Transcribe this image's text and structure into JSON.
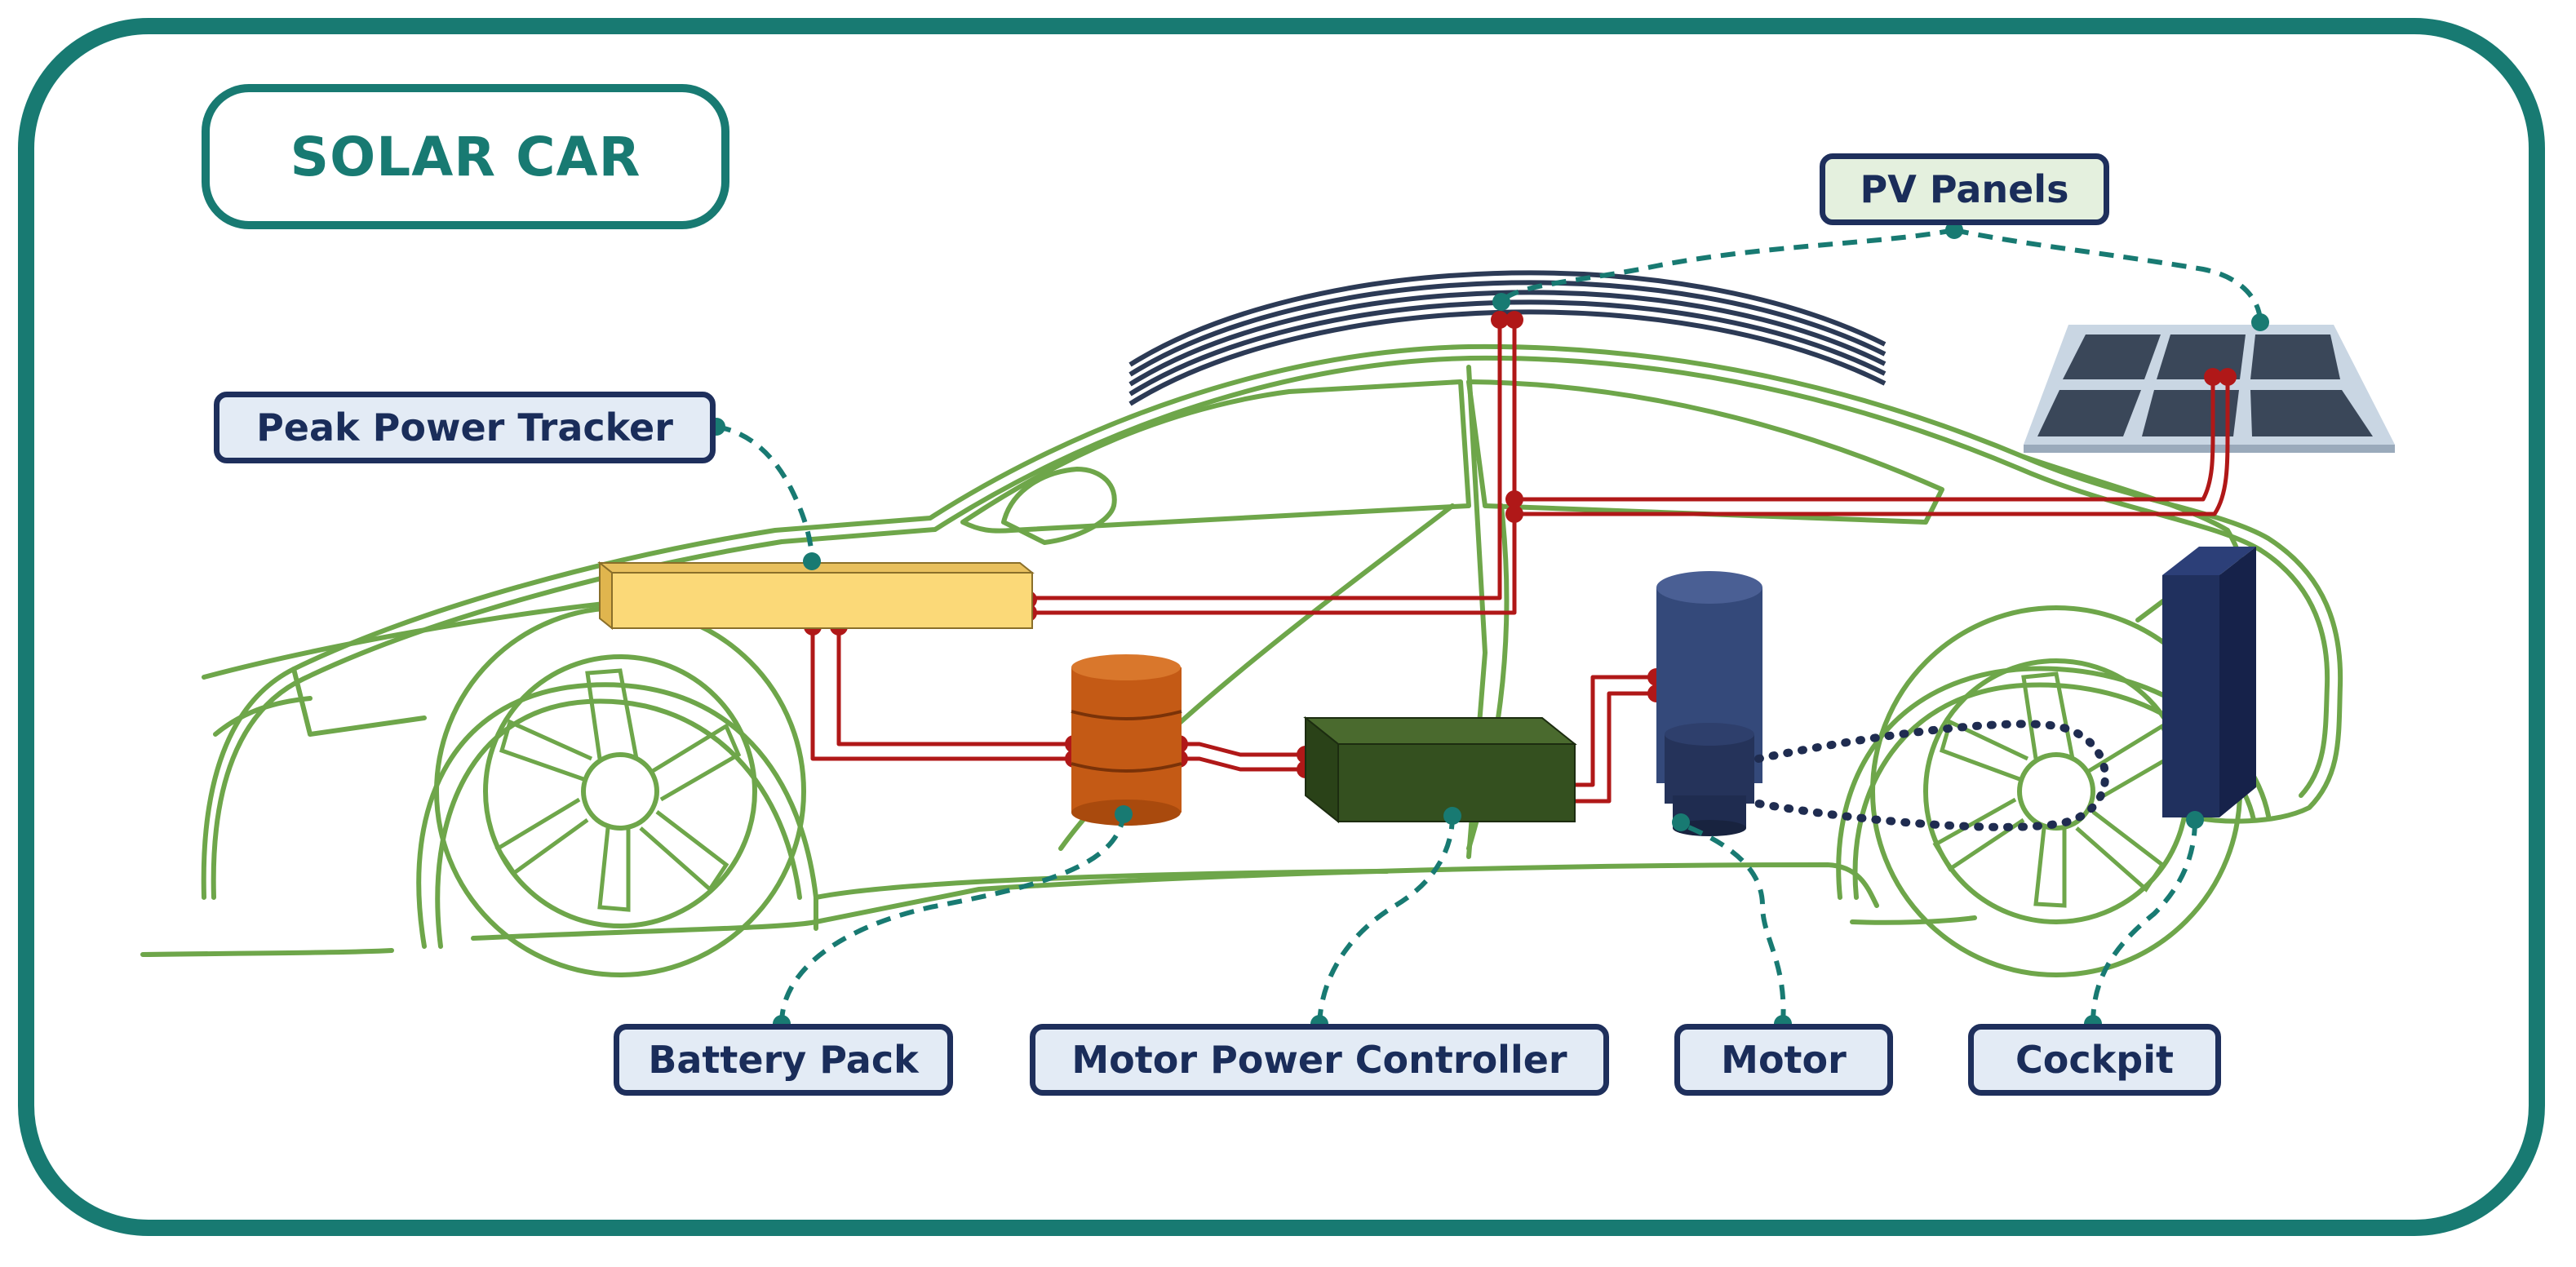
{
  "title": "SOLAR CAR",
  "labels": {
    "pv_panels": "PV Panels",
    "peak_power_tracker": "Peak Power Tracker",
    "battery_pack": "Battery Pack",
    "motor_power_controller": "Motor Power Controller",
    "motor": "Motor",
    "cockpit": "Cockpit"
  },
  "colors": {
    "frame": "#187a72",
    "car_outline": "#6ea64a",
    "wiring": "#b01818",
    "leader_line": "#187a72",
    "label_border": "#1e2f5c",
    "label_fill": "#e3ebf5",
    "pv_label_fill": "#e4f0de",
    "peak_power_tracker": "#fbd978",
    "battery_pack": "#c45a15",
    "motor_power_controller": "#34501f",
    "motor": "#34497a",
    "cockpit": "#20305e",
    "solar_panel": "#3a4759"
  }
}
